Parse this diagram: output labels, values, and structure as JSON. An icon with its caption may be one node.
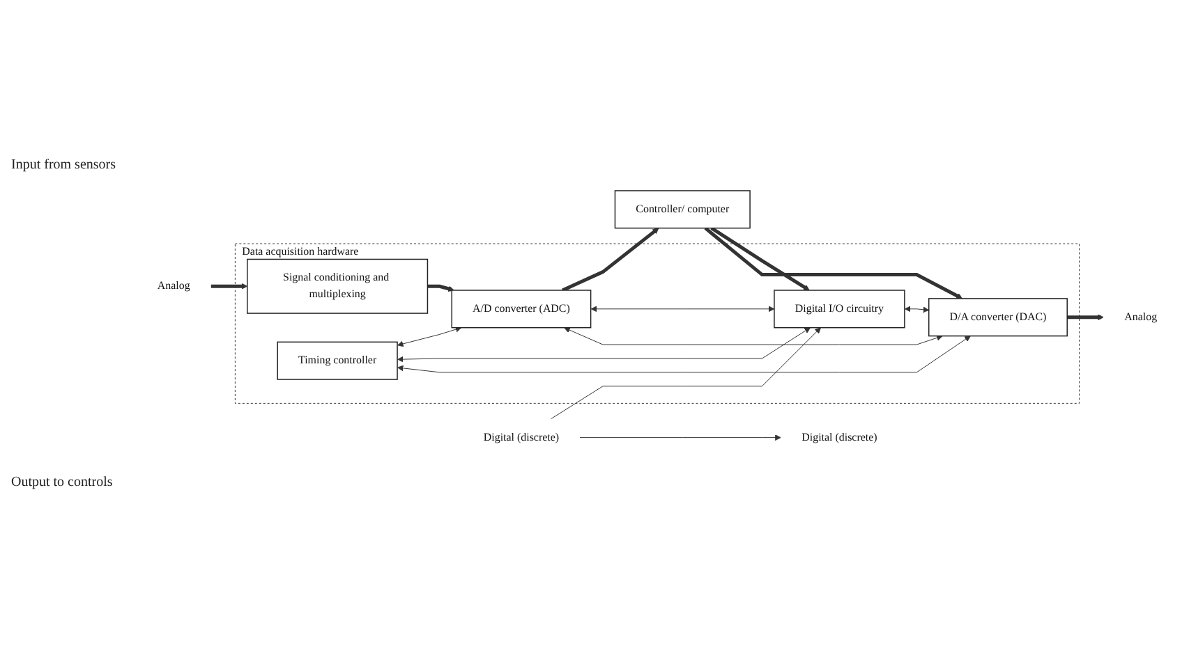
{
  "diagram": {
    "nodes": [
      {
        "text": [
          "Data acquisition hardware"
        ]
      },
      {
        "text": [
          "Signal conditioning and multiplexing"
        ],
        "in": 0
      },
      {
        "text": [
          "A/D converter (ADC)"
        ],
        "in": 0
      },
      {
        "text": [
          "Digital I/O circuitry"
        ],
        "in": 0
      },
      {
        "text": [
          "D/A converter (DAC)"
        ],
        "in": 0
      },
      {
        "text": [
          "Timing controller"
        ],
        "in": 0
      },
      {
        "text": [
          "Controller/ computer"
        ]
      },
      {
        "text": [
          "Analog"
        ]
      },
      {
        "text": [
          "Digital (discrete)"
        ]
      },
      {
        "text": [
          "Analog"
        ]
      },
      {
        "text": [
          "Digital (discrete)"
        ]
      }
    ],
    "edges": [
      {
        "from": 7,
        "to": 1,
        "arrow": "to",
        "style": "thick"
      },
      {
        "from": 1,
        "to": 2,
        "arrow": "to",
        "style": "thick"
      },
      {
        "from": 2,
        "to": 6,
        "arrow": "to",
        "style": "thick"
      },
      {
        "from": 6,
        "to": 3,
        "arrow": "to",
        "style": "thick"
      },
      {
        "from": 6,
        "to": 4,
        "arrow": "to",
        "style": "thick"
      },
      {
        "from": 4,
        "to": 9,
        "arrow": "to",
        "style": "thick"
      },
      {
        "from": 10,
        "to": 8,
        "arrow": "to"
      },
      {
        "from": 10,
        "to": 3,
        "arrow": "to"
      },
      {
        "from": 5,
        "to": 2,
        "arrow": "both"
      },
      {
        "from": 5,
        "to": 3,
        "arrow": "both"
      },
      {
        "from": 5,
        "to": 4,
        "arrow": "both"
      },
      {
        "from": 2,
        "to": 3,
        "arrow": "both"
      },
      {
        "from": 3,
        "to": 4,
        "arrow": "both"
      },
      {
        "from": 2,
        "to": 4,
        "arrow": "both"
      }
    ],
    "labels": [
      "Input from sensors",
      "Output to controls"
    ]
  }
}
